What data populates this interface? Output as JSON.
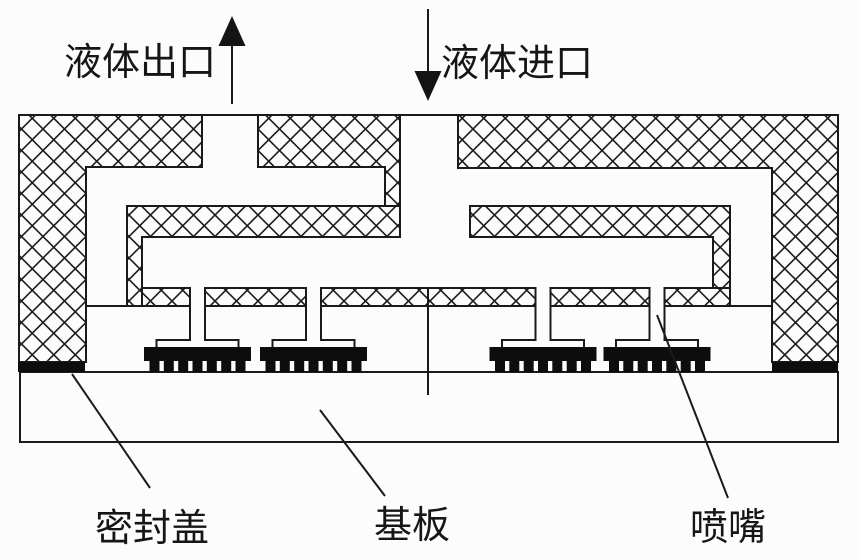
{
  "diagram": {
    "labels": {
      "outlet": "液体出口",
      "inlet": "液体进口",
      "sealing_cover": "密封盖",
      "substrate": "基板",
      "nozzle": "喷嘴"
    },
    "colors": {
      "line": "#1a1a1a",
      "seal_black": "#0d0d0d",
      "background": "#fcfcfc"
    }
  }
}
